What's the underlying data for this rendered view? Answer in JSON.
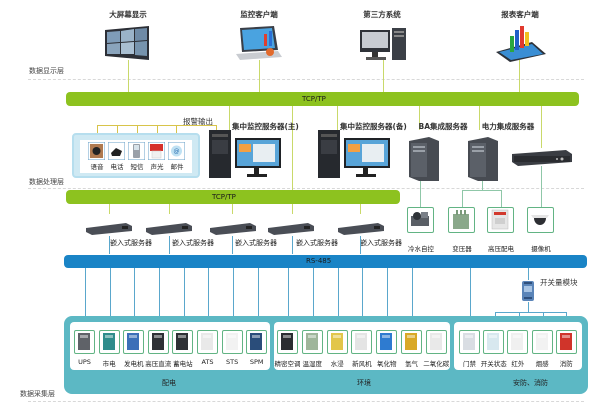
{
  "layers": {
    "display": "数据显示层",
    "processing": "数据处理层",
    "acquisition": "数据采集层"
  },
  "display_clients": [
    {
      "label": "大屏幕显示",
      "icon": "video-wall-icon"
    },
    {
      "label": "监控客户端",
      "icon": "laptop-icon"
    },
    {
      "label": "第三方系统",
      "icon": "desktop-pc-icon"
    },
    {
      "label": "报表客户端",
      "icon": "tablet-chart-icon"
    }
  ],
  "buses": {
    "top_tcp": "TCP/TP",
    "mid_tcp": "TCP/TP",
    "rs485": "RS-485"
  },
  "alarm": {
    "title": "报警输出",
    "items": [
      {
        "label": "语音",
        "icon": "speaker-icon"
      },
      {
        "label": "电话",
        "icon": "telephone-icon"
      },
      {
        "label": "短信",
        "icon": "mobile-phone-icon"
      },
      {
        "label": "声光",
        "icon": "siren-icon"
      },
      {
        "label": "邮件",
        "icon": "email-icon"
      }
    ]
  },
  "servers": [
    {
      "label": "集中监控服务器(主)",
      "icon": "workstation-icon"
    },
    {
      "label": "集中监控服务器(备)",
      "icon": "workstation-icon"
    },
    {
      "label": "BA集成服务器",
      "icon": "server-tower-icon"
    },
    {
      "label": "电力集成服务器",
      "icon": "server-tower-icon"
    },
    {
      "label": "",
      "icon": "dvr-icon"
    }
  ],
  "embedded_servers": [
    {
      "label": "嵌入式服务器"
    },
    {
      "label": "嵌入式服务器"
    },
    {
      "label": "嵌入式服务器"
    },
    {
      "label": "嵌入式服务器"
    },
    {
      "label": "嵌入式服务器"
    }
  ],
  "subsystems": [
    {
      "label": "冷水自控",
      "icon": "chiller-icon"
    },
    {
      "label": "变压器",
      "icon": "transformer-icon"
    },
    {
      "label": "高压配电",
      "icon": "hv-cabinet-icon"
    },
    {
      "label": "摄像机",
      "icon": "dome-camera-icon"
    }
  ],
  "switch_module": {
    "label": "开关量模块",
    "icon": "io-module-icon"
  },
  "groups": [
    {
      "title": "配电",
      "items": [
        {
          "label": "UPS"
        },
        {
          "label": "市电"
        },
        {
          "label": "发电机"
        },
        {
          "label": "高压直流"
        },
        {
          "label": "蓄电站"
        },
        {
          "label": "ATS"
        },
        {
          "label": "STS"
        },
        {
          "label": "SPM"
        }
      ]
    },
    {
      "title": "环境",
      "items": [
        {
          "label": "精密空调"
        },
        {
          "label": "温湿度"
        },
        {
          "label": "水浸"
        },
        {
          "label": "新风机"
        },
        {
          "label": "氧化物"
        },
        {
          "label": "氢气"
        },
        {
          "label": "二氧化碳"
        }
      ]
    },
    {
      "title": "安防、消防",
      "items": [
        {
          "label": "门禁"
        },
        {
          "label": "开关状态"
        },
        {
          "label": "红外"
        },
        {
          "label": "烟感"
        },
        {
          "label": "消防"
        }
      ]
    }
  ],
  "colors": {
    "green_bus": "#8dc21f",
    "blue_bus": "#1a84c6",
    "group_teal": "#5cb8c4",
    "device_border": "#62b484"
  }
}
